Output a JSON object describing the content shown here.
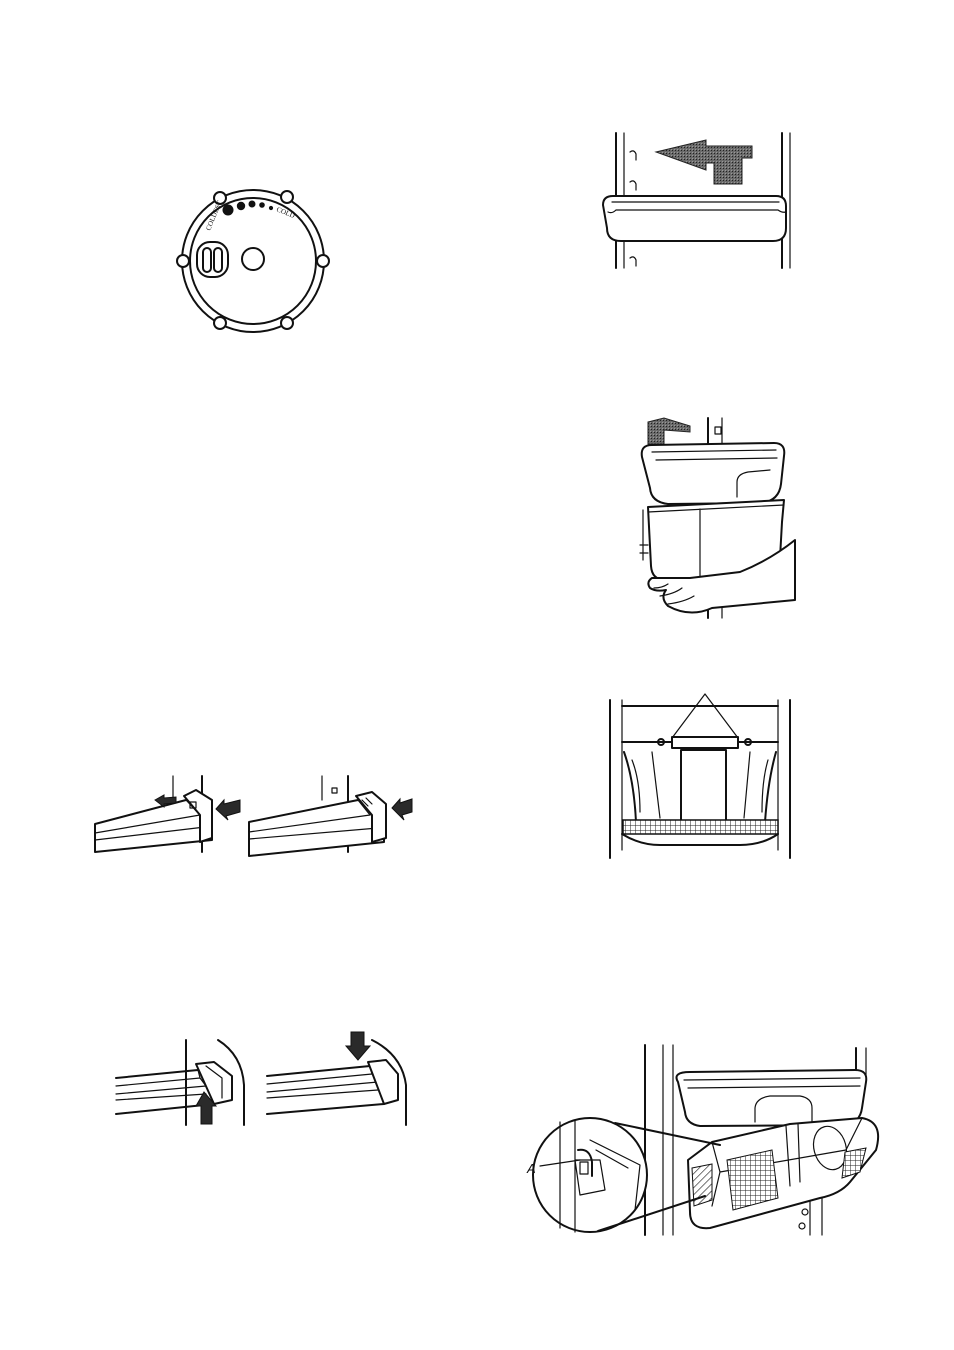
{
  "dial": {
    "label_left": "COLDEST",
    "label_right": "COLD"
  },
  "callout": {
    "label": "A"
  }
}
